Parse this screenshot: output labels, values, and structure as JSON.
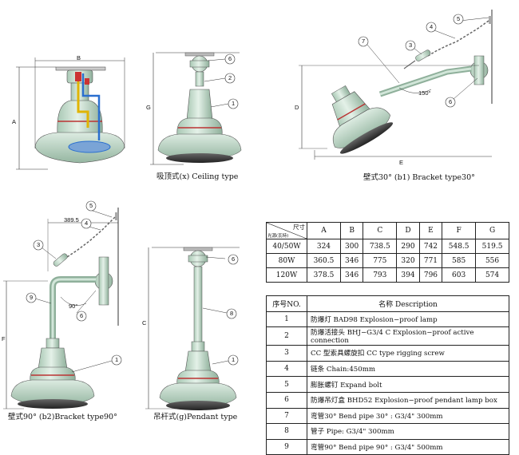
{
  "figures": {
    "ceiling": {
      "caption": "吸顶式(x) Ceiling type",
      "dim_top": "B",
      "dim_left": "A",
      "dim_side": "G"
    },
    "bracket30": {
      "caption": "壁式30° (b1) Bracket type30°",
      "dim_side": "D",
      "dim_bottom": "E",
      "angle": "150°"
    },
    "bracket90": {
      "caption": "壁式90° (b2)Bracket type90°",
      "dim_top": "389.5",
      "dim_side": "F",
      "angle": "90°"
    },
    "pendant": {
      "caption": "吊杆式(g)Pendant type",
      "dim_side": "C"
    }
  },
  "callouts": [
    "1",
    "2",
    "3",
    "4",
    "5",
    "6",
    "7",
    "8",
    "9"
  ],
  "dimension_table": {
    "corner_top": "尺寸",
    "corner_bottom": "光源(瓦特)",
    "headers": [
      "A",
      "B",
      "C",
      "D",
      "E",
      "F",
      "G"
    ],
    "rows": [
      {
        "lamp": "40/50W",
        "values": [
          "324",
          "300",
          "738.5",
          "290",
          "742",
          "548.5",
          "519.5"
        ]
      },
      {
        "lamp": "80W",
        "values": [
          "360.5",
          "346",
          "775",
          "320",
          "771",
          "585",
          "556"
        ]
      },
      {
        "lamp": "120W",
        "values": [
          "378.5",
          "346",
          "793",
          "394",
          "796",
          "603",
          "574"
        ]
      }
    ]
  },
  "parts_table": {
    "header_no": "序号NO.",
    "header_desc": "名称  Description",
    "rows": [
      {
        "no": "1",
        "desc": "防爆灯  BAD98 Explosion−proof lamp"
      },
      {
        "no": "2",
        "desc": "防爆活接头 BHJ−G3/4 C Explosion−proof active connection"
      },
      {
        "no": "3",
        "desc": "CC 型索具螺旋扣  CC type rigging screw"
      },
      {
        "no": "4",
        "desc": "链条  Chain:450mm"
      },
      {
        "no": "5",
        "desc": "膨胀螺钉  Expand bolt"
      },
      {
        "no": "6",
        "desc": "防爆吊灯盒 BHD52 Explosion−proof  pendant lamp box"
      },
      {
        "no": "7",
        "desc": "弯管30°  Bend pipe 30° : G3/4\" 300mm"
      },
      {
        "no": "8",
        "desc": "管子  Pipe: G3/4\" 300mm"
      },
      {
        "no": "9",
        "desc": "弯管90°  Bend pipe 90° : G3/4\" 500mm"
      }
    ]
  }
}
